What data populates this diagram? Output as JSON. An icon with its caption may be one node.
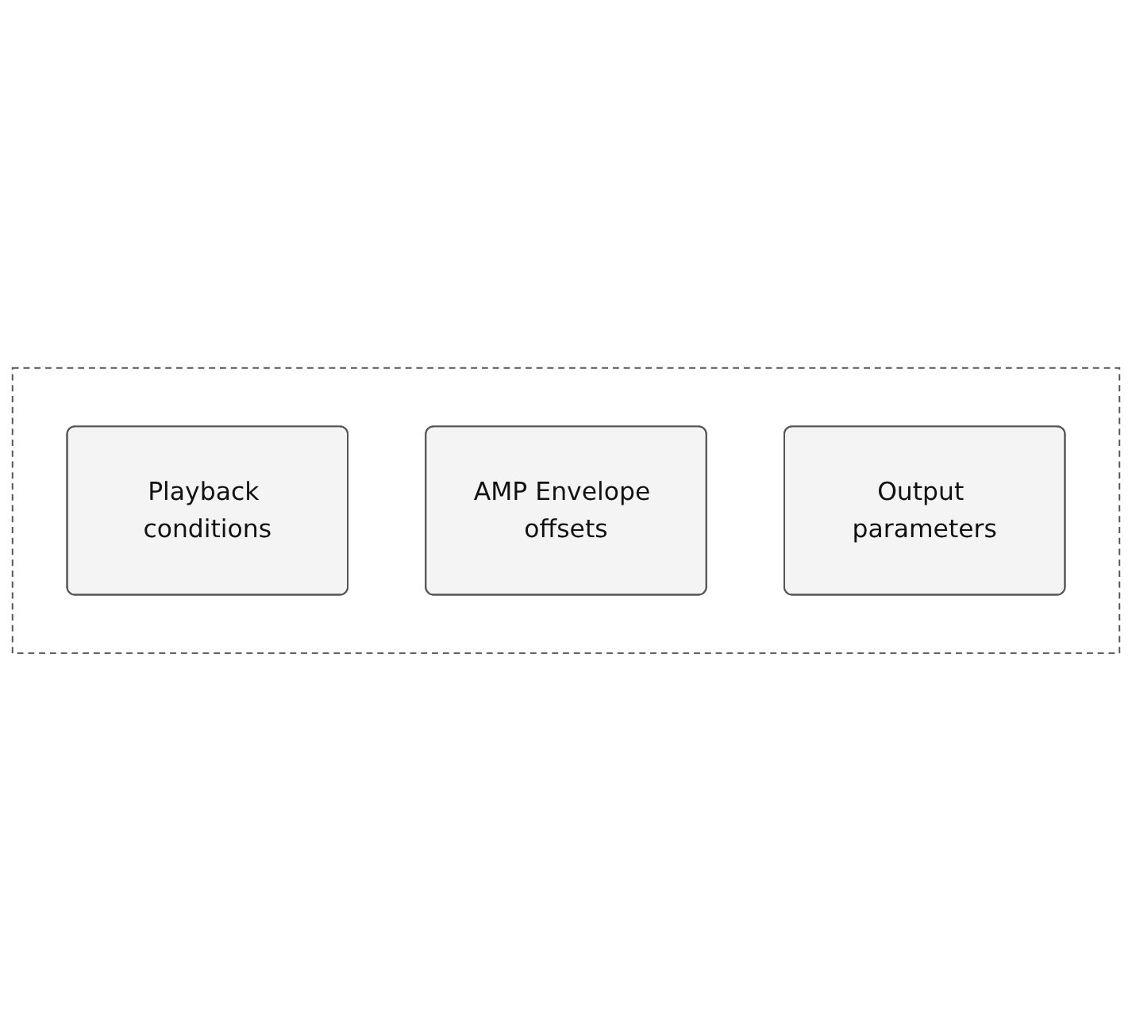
{
  "diagram": {
    "nodes": [
      {
        "text": [],
        "shape": "box"
      },
      {
        "text": [
          "Playback conditions"
        ],
        "in": 0
      },
      {
        "text": [
          "AMP Envelope offsets"
        ],
        "in": 0
      },
      {
        "text": [
          "Output parameters"
        ],
        "in": 0
      }
    ],
    "edges": []
  }
}
